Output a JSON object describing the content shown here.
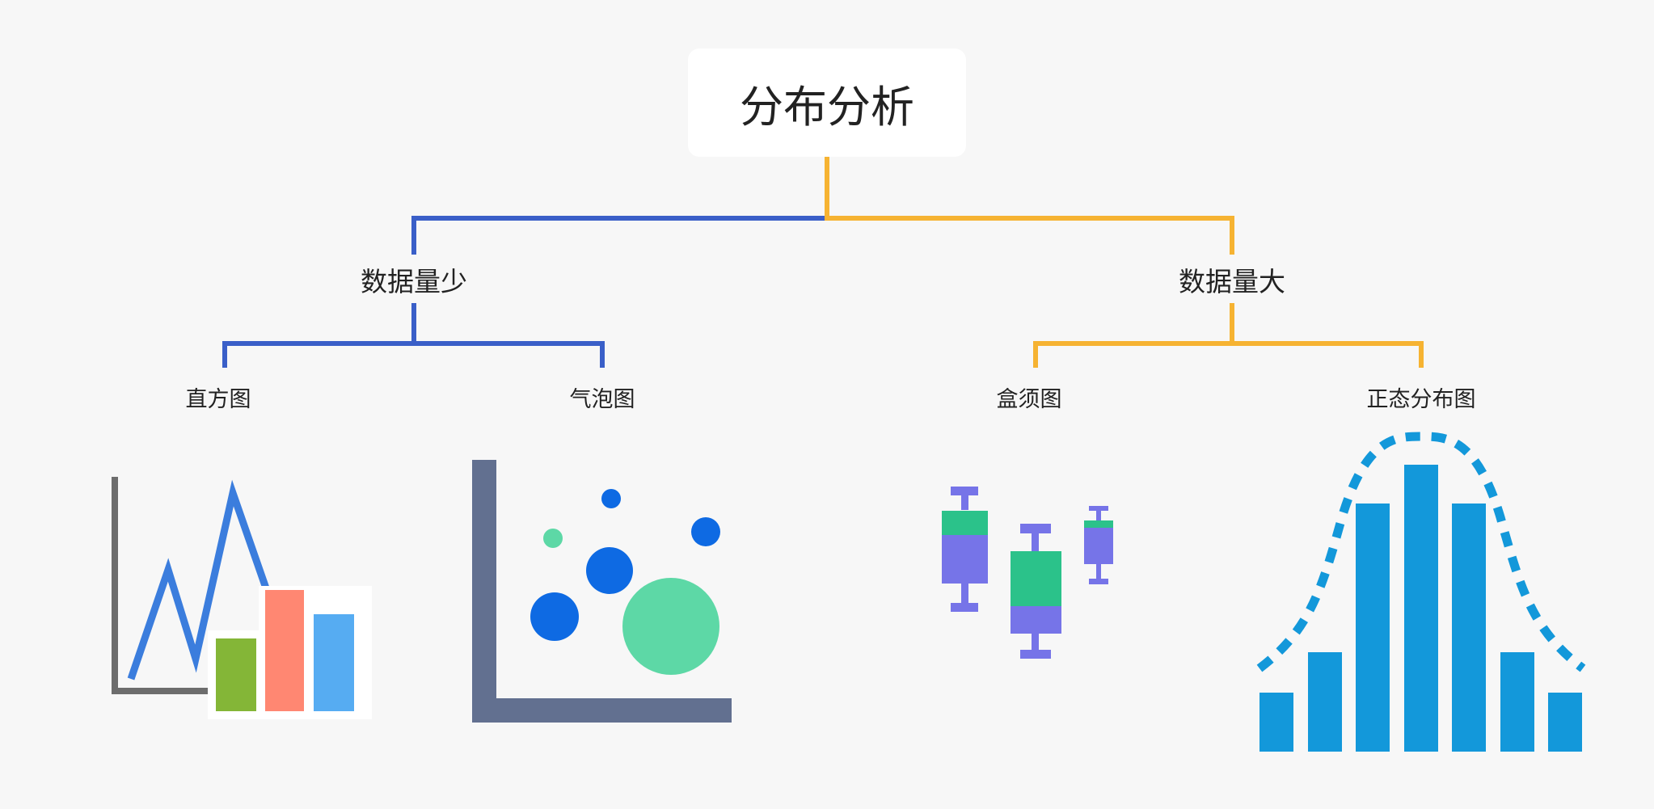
{
  "root": {
    "label": "分布分析"
  },
  "branches": [
    {
      "label": "数据量少",
      "color": "#3a5fc8",
      "children": [
        {
          "label": "直方图",
          "icon": "histogram-icon"
        },
        {
          "label": "气泡图",
          "icon": "bubble-chart-icon"
        }
      ]
    },
    {
      "label": "数据量大",
      "color": "#f6b332",
      "children": [
        {
          "label": "盒须图",
          "icon": "box-plot-icon"
        },
        {
          "label": "正态分布图",
          "icon": "normal-distribution-icon"
        }
      ]
    }
  ]
}
